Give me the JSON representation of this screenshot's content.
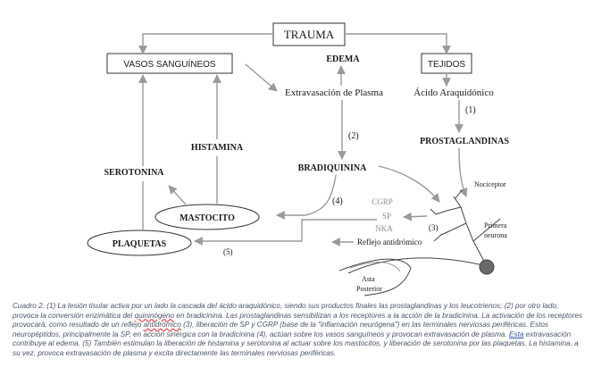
{
  "nodes": {
    "trauma": "TRAUMA",
    "vasos": "VASOS SANGUÍNEOS",
    "edema": "EDEMA",
    "tejidos": "TEJIDOS",
    "extravasacion": "Extravasación de Plasma",
    "acido": "Ácido Araquidónico",
    "label1": "(1)",
    "prostaglandinas": "PROSTAGLANDINAS",
    "histamina": "HISTAMINA",
    "label2": "(2)",
    "serotonina": "SEROTONINA",
    "bradiquinina": "BRADIQUININA",
    "nociceptor": "Nociceptor",
    "label4": "(4)",
    "cgrp": "CGRP",
    "sp": "SP",
    "nka": "NKA",
    "label3": "(3)",
    "mastocito": "MASTOCITO",
    "primera1": "Primera",
    "primera2": "neurona",
    "plaquetas": "PLAQUETAS",
    "reflejo": "Reflejo antidrómico",
    "label5": "(5)",
    "asta1": "Asta",
    "asta2": "Posterior"
  },
  "caption": {
    "p1": "Cuadro 2. (1) La lesión tisular activa por un lado la cascada del ácido araquidónico, siendo sus productos finales las prostaglandinas y los leucotrienos; (2) por otro lado, provoca la conversión enzimática del ",
    "w1": "quininógeno",
    "p2": " en bradicinina. Las prostaglandinas sensibilizan a los receptores a la acción de la bradicinina. La activación de los receptores provocará, como resultado de un reflejo ",
    "w2": "antidrómico",
    "p3": " (3), liberación de SP y CGRP (base de la \"inflamación neurógena\") en las terminales nerviosas periféricas. Estos neuropéptidos, principalmente la SP, en acción sinérgica con la bradicinina (4), actúan sobre los vasos sanguíneos y provocan extravasación de plasma. ",
    "w3": "Esta",
    "p4": " extravasación contribuye al edema. (5) También estimulan la liberación de histamina y serotonina al actuar sobre los mastocitos, y liberación de serotonina por las plaquetas. La histamina, a su vez, provoca extravasación de plasma y excita directamente las terminales nerviosas periféricas."
  },
  "colors": {
    "arrow": "#9a9a9a",
    "text": "#1a1a1a",
    "caption": "#4a5566",
    "neuron": "#6a6a6a"
  }
}
